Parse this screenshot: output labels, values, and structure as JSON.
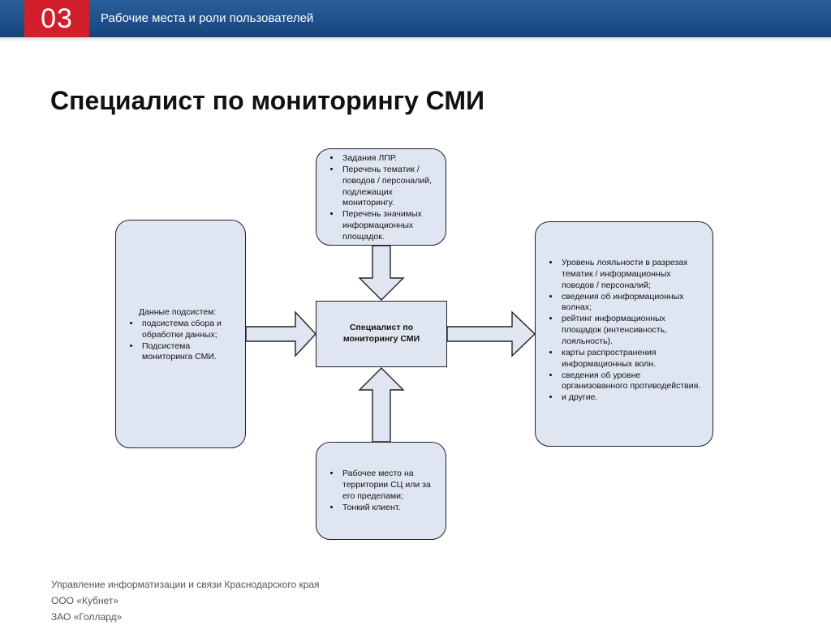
{
  "header": {
    "number": "03",
    "title": "Рабочие места и роли пользователей",
    "colors": {
      "bar": "#1e4f8a",
      "badge": "#d11f2c"
    }
  },
  "slide_title": "Специалист по мониторингу СМИ",
  "diagram": {
    "center": "Специалист по мониторингу СМИ",
    "top_box": {
      "items": [
        "Задания ЛПР.",
        "Перечень тематик / поводов / персоналий, подлежащих мониторингу.",
        "Перечень значимых информационных площадок."
      ]
    },
    "left_box": {
      "heading": "Данные подсистем:",
      "items": [
        "подсистема сбора и обработки данных;",
        "Подсистема мониторинга СМИ."
      ]
    },
    "right_box": {
      "items": [
        "Уровень лояльности в разрезах тематик / информационных поводов / персоналий;",
        "сведения об информационных волнах;",
        "рейтинг информационных площадок (интенсивность, лояльность).",
        "карты распространения информационных волн.",
        "сведения об уровне организованного противодействия.",
        "и другие."
      ]
    },
    "bottom_box": {
      "items": [
        "Рабочее место на территории СЦ или за его пределами;",
        "Тонкий клиент."
      ]
    },
    "colors": {
      "box_fill": "#dfe6f2",
      "stroke": "#222222"
    }
  },
  "footer": {
    "lines": [
      "Управление информатизации и связи Краснодарского края",
      "ООО «Кубнет»",
      "ЗАО «Голлард»"
    ]
  }
}
